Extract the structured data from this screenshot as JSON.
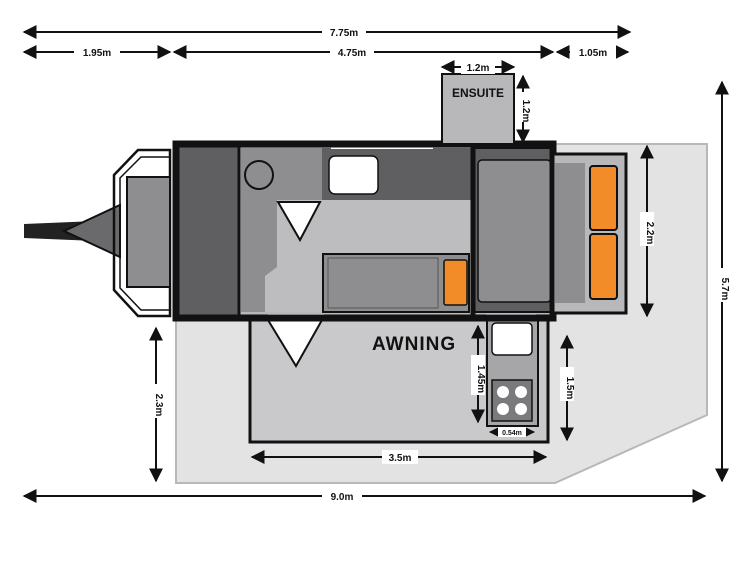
{
  "labels": {
    "ensuite": "ENSUITE",
    "awning": "AWNING"
  },
  "dimensions": {
    "overall_length": "7.75m",
    "drawbar_length": "1.95m",
    "body_length": "4.75m",
    "ensuite_width": "1.2m",
    "bed_pullout": "1.05m",
    "ensuite_depth": "1.2m",
    "bed_width": "2.2m",
    "total_width": "5.7m",
    "awning_depth_left": "2.3m",
    "kitchen_depth": "1.45m",
    "kitchen_depth_right": "1.5m",
    "cooktop_width": "0.54m",
    "awning_length": "3.5m",
    "total_length": "9.0m"
  },
  "colors": {
    "frame": "#111111",
    "dark_grey": "#5f5f62",
    "mid_grey": "#8e8e91",
    "light_grey": "#b8b8ba",
    "awning_fill": "#c9c9cb",
    "footprint_fill": "#e3e3e4",
    "cushion_orange": "#f28c28"
  }
}
